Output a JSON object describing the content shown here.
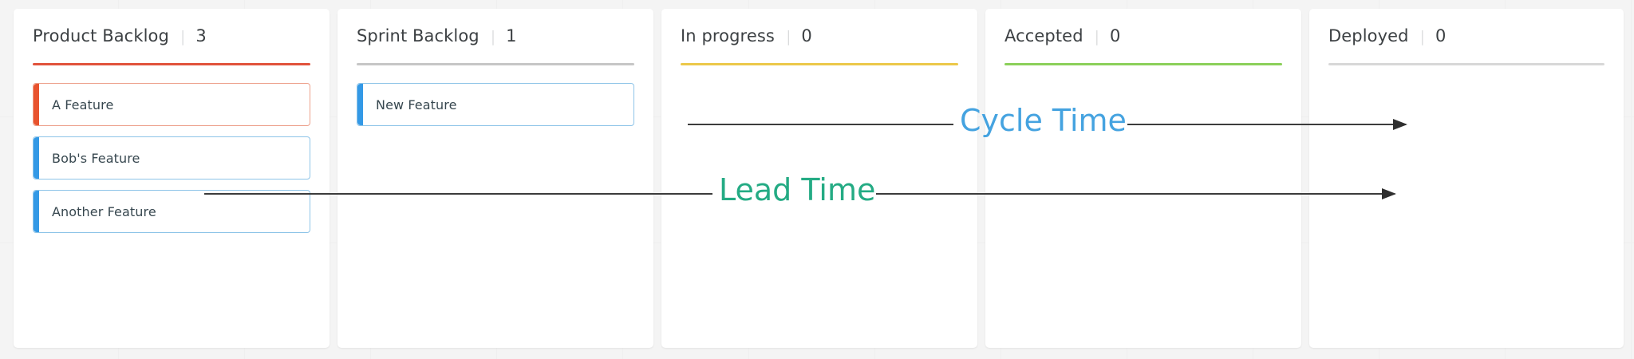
{
  "board": {
    "columns": [
      {
        "title": "Product Backlog",
        "separator": "|",
        "count": "3",
        "rule_color": "#e1533c",
        "cards": [
          {
            "label": "A Feature",
            "bar_color": "#e8532e",
            "border_color": "#eda08b"
          },
          {
            "label": "Bob's Feature",
            "bar_color": "#3399e6",
            "border_color": "#8ec4e8"
          },
          {
            "label": "Another Feature",
            "bar_color": "#3399e6",
            "border_color": "#8ec4e8"
          }
        ]
      },
      {
        "title": "Sprint Backlog",
        "separator": "|",
        "count": "1",
        "rule_color": "#c6c6c6",
        "cards": [
          {
            "label": "New Feature",
            "bar_color": "#3399e6",
            "border_color": "#8ec4e8"
          }
        ]
      },
      {
        "title": "In progress",
        "separator": "|",
        "count": "0",
        "rule_color": "#ecc84a",
        "cards": []
      },
      {
        "title": "Accepted",
        "separator": "|",
        "count": "0",
        "rule_color": "#8cd05a",
        "cards": []
      },
      {
        "title": "Deployed",
        "separator": "|",
        "count": "0",
        "rule_color": "#d8d8d8",
        "cards": []
      }
    ]
  },
  "annotations": {
    "cycle_time": {
      "label": "Cycle Time",
      "color": "#45a3e0",
      "line_color": "#3c3c3c"
    },
    "lead_time": {
      "label": "Lead Time",
      "color": "#24ab84",
      "line_color": "#3c3c3c"
    }
  }
}
